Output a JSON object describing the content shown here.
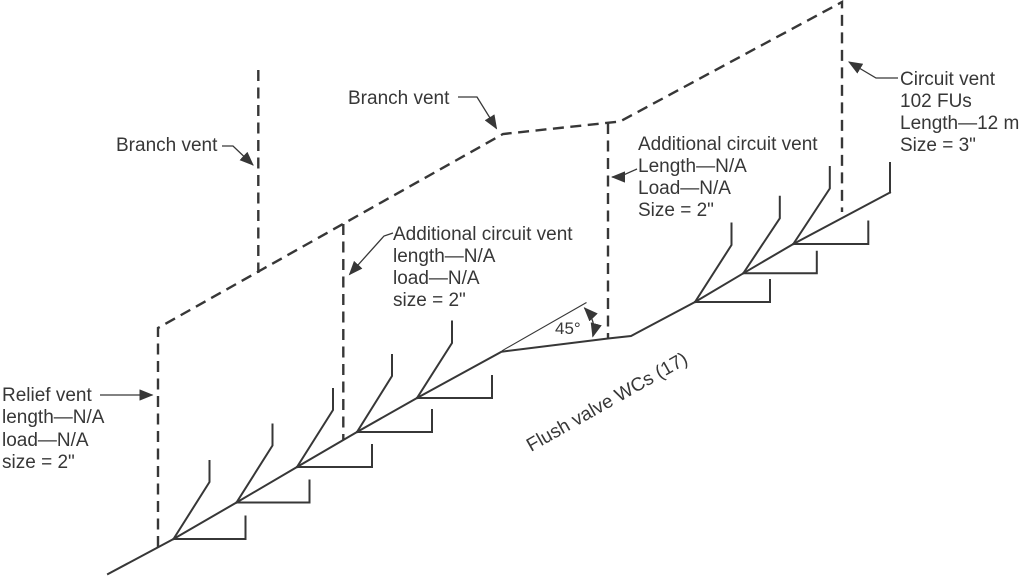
{
  "colors": {
    "line": "#373737",
    "background": "#ffffff"
  },
  "labels": {
    "branch_vent_left": {
      "text": "Branch vent"
    },
    "branch_vent_middle": {
      "text": "Branch vent"
    },
    "circuit_vent": {
      "lines": [
        "Circuit vent",
        "102 FUs",
        "Length—12 m",
        "Size = 3\""
      ]
    },
    "additional_circuit_vent_upper": {
      "lines": [
        "Additional circuit vent",
        "Length—N/A",
        "Load—N/A",
        "Size = 2\""
      ]
    },
    "additional_circuit_vent_lower": {
      "lines": [
        "Additional circuit vent",
        "length—N/A",
        "load—N/A",
        "size = 2\""
      ]
    },
    "relief_vent": {
      "lines": [
        "Relief vent",
        "length—N/A",
        "load—N/A",
        "size = 2\""
      ]
    },
    "angle_annotation": {
      "text": "45°"
    },
    "fixture_group": {
      "text": "Flush valve WCs (17)"
    }
  }
}
